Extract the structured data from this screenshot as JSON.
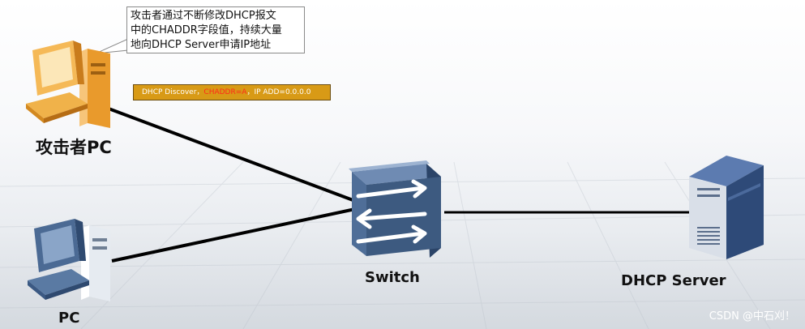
{
  "callout": {
    "line1": "攻击者通过不断修改DHCP报文",
    "line2": "中的CHADDR字段值，持续大量",
    "line3": "地向DHCP Server申请IP地址"
  },
  "packet": {
    "part1": "DHCP Discover，",
    "part2": "CHADDR=A",
    "part3": "，IP ADD=0.0.0.0"
  },
  "labels": {
    "attacker_pc": "攻击者PC",
    "pc": "PC",
    "switch": "Switch",
    "server": "DHCP Server"
  },
  "watermark": "CSDN @中石刈！",
  "colors": {
    "attacker_pc": "#f0b24a",
    "pc": "#4b6a94",
    "switch": "#3d5a80",
    "server": "#2e4a78",
    "packet": "#d89a16",
    "highlight": "#ff2a1a"
  },
  "icons": [
    "computer-icon",
    "switch-icon",
    "server-icon"
  ]
}
